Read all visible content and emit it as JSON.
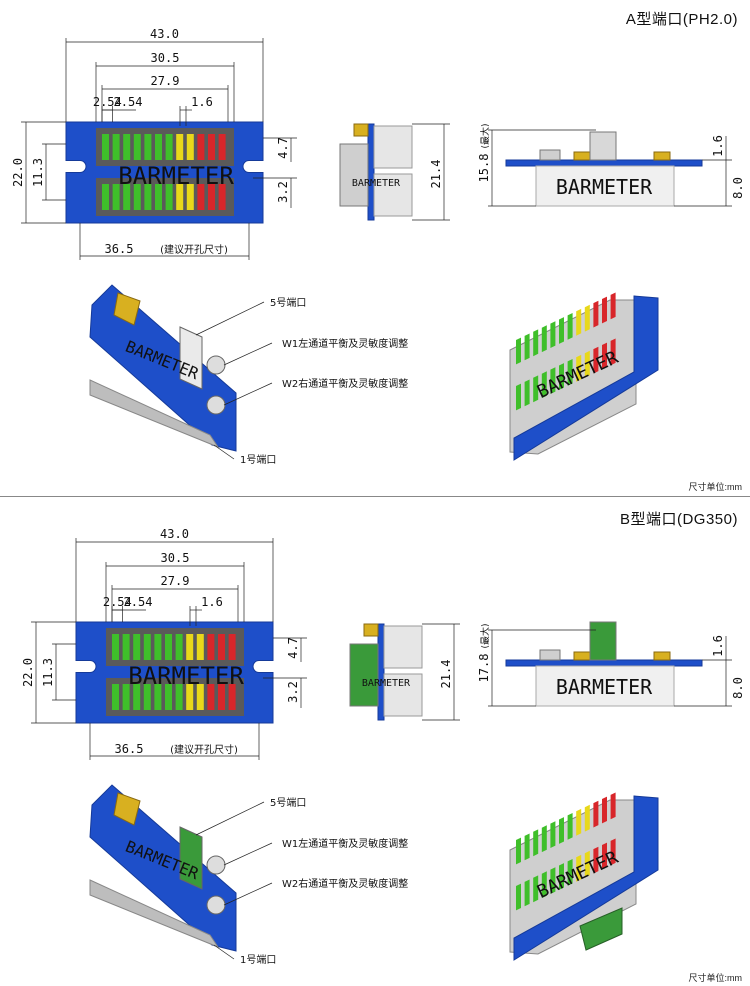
{
  "sections": [
    {
      "title": "A型端口(PH2.0)",
      "dims": {
        "overall_width": "43.0",
        "inner_width": "30.5",
        "led_width": "27.9",
        "pitch": "2.54",
        "led_gap": "1.6",
        "overall_height": "22.0",
        "inner_height": "11.3",
        "notch_top": "4.7",
        "notch_gap": "3.2",
        "side_height": "21.4",
        "cutout": "36.5",
        "cutout_note": "(建议开孔尺寸)",
        "profile_height": "15.8",
        "profile_height_note": "(最大)",
        "profile_top": "1.6",
        "profile_bottom": "8.0"
      },
      "callouts": {
        "port5": "5号端口",
        "w1": "W1左通道平衡及灵敏度调整",
        "w2": "W2右通道平衡及灵敏度调整",
        "port1": "1号端口"
      },
      "watermark": "BARMETER",
      "unit": "尺寸单位:mm"
    },
    {
      "title": "B型端口(DG350)",
      "dims": {
        "overall_width": "43.0",
        "inner_width": "30.5",
        "led_width": "27.9",
        "pitch": "2.54",
        "led_gap": "1.6",
        "overall_height": "22.0",
        "inner_height": "11.3",
        "notch_top": "4.7",
        "notch_gap": "3.2",
        "side_height": "21.4",
        "cutout": "36.5",
        "cutout_note": "(建议开孔尺寸)",
        "profile_height": "17.8",
        "profile_height_note": "(最大)",
        "profile_top": "1.6",
        "profile_bottom": "8.0"
      },
      "callouts": {
        "port5": "5号端口",
        "w1": "W1左通道平衡及灵敏度调整",
        "w2": "W2右通道平衡及灵敏度调整",
        "port1": "1号端口"
      },
      "watermark": "BARMETER",
      "unit": "尺寸单位:mm"
    }
  ],
  "colors": {
    "pcb": "#1e4fc9",
    "pcb_dark": "#153a99",
    "window": "#5a5a5a",
    "led_green": "#3fbf2a",
    "led_yellow": "#e8d81a",
    "led_red": "#d8262a",
    "connector_a": "#f2f2f2",
    "connector_b": "#3a9a3a",
    "gold": "#d8b020"
  },
  "led_pattern": [
    "green",
    "green",
    "green",
    "green",
    "green",
    "green",
    "green",
    "yellow",
    "yellow",
    "red",
    "red",
    "red"
  ]
}
